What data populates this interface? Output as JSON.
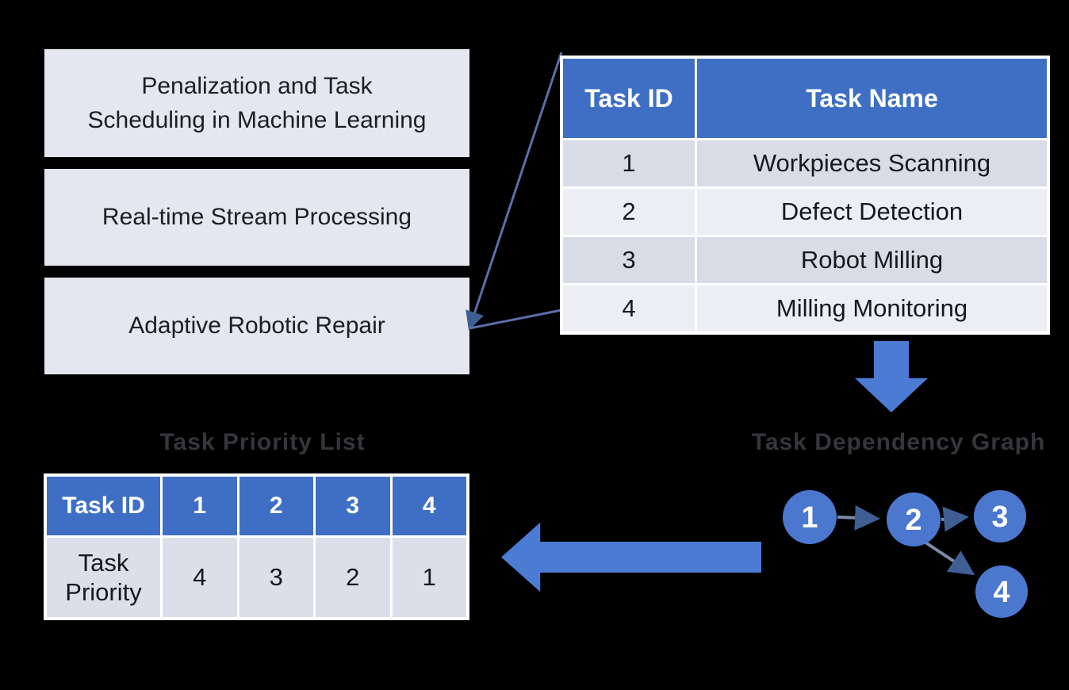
{
  "colors": {
    "background": "#000000",
    "accent_blue": "#3f6fc4",
    "arrow_blue": "#4b7bd2",
    "node_blue": "#4b77cf",
    "box_fill": "#e4e7ef",
    "row_band_dark": "#d8dce7",
    "row_band_light": "#eceef4",
    "dim_title_text": "#35363b",
    "connector_line": "#5b6fa8"
  },
  "left_boxes": [
    {
      "label": "Penalization and Task Scheduling in Machine Learning"
    },
    {
      "label": "Real-time Stream Processing"
    },
    {
      "label": "Adaptive Robotic Repair"
    }
  ],
  "task_table": {
    "headers": {
      "id": "Task ID",
      "name": "Task Name"
    },
    "rows": [
      {
        "id": "1",
        "name": "Workpieces Scanning"
      },
      {
        "id": "2",
        "name": "Defect Detection"
      },
      {
        "id": "3",
        "name": "Robot Milling"
      },
      {
        "id": "4",
        "name": "Milling Monitoring"
      }
    ]
  },
  "priority_table": {
    "title": "Task Priority List",
    "corner_header": "Task ID",
    "task_ids": [
      "1",
      "2",
      "3",
      "4"
    ],
    "row_label": "Task Priority",
    "priorities": [
      "4",
      "3",
      "2",
      "1"
    ]
  },
  "dependency_graph": {
    "title": "Task Dependency Graph",
    "nodes": [
      "1",
      "2",
      "3",
      "4"
    ],
    "edges": [
      [
        "1",
        "2"
      ],
      [
        "2",
        "3"
      ],
      [
        "2",
        "4"
      ]
    ]
  },
  "icons": {
    "arrow_down": "block-arrow-down",
    "arrow_left": "block-arrow-left"
  }
}
